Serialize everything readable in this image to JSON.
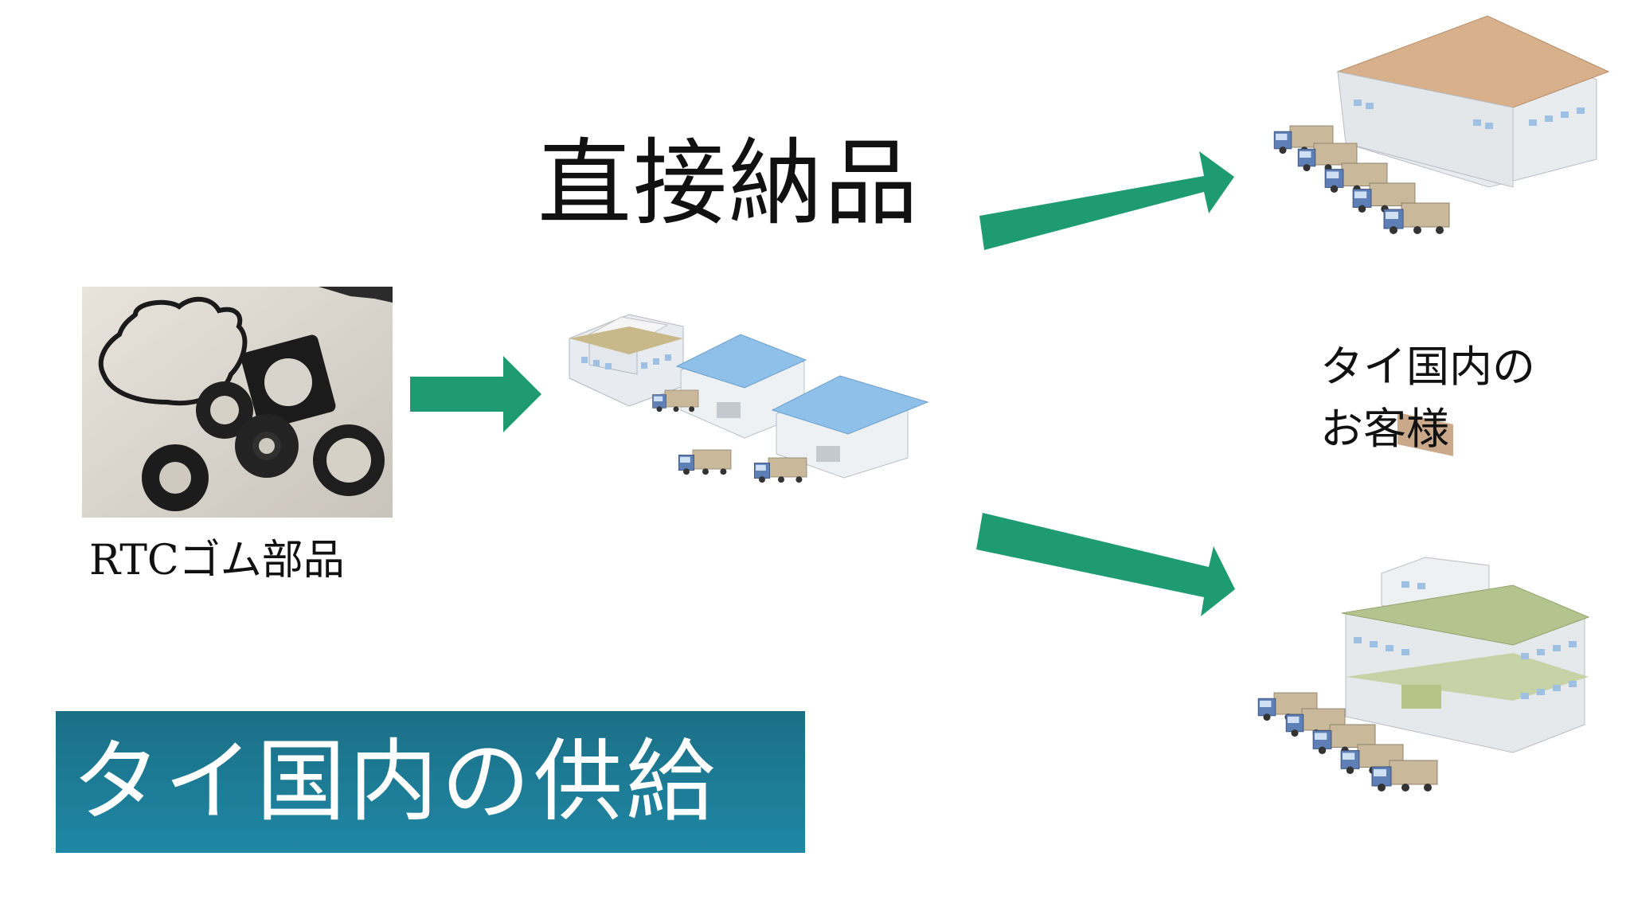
{
  "labels": {
    "direct_delivery": "直接納品",
    "rtc_rubber_parts": "RTCゴム部品",
    "customer_line1": "タイ国内の",
    "customer_line2": "お客様",
    "banner": "タイ国内の供給"
  },
  "colors": {
    "arrow": "#1f9b72",
    "banner": "#1f7f9a",
    "roof_tan": "#d8b08c",
    "roof_blue": "#8fc0ea",
    "roof_green": "#b4c48e"
  },
  "icons": [
    "rubber-parts-photo",
    "warehouse-cluster-icon",
    "customer-warehouse-icon",
    "customer-factory-icon",
    "truck-icon"
  ]
}
